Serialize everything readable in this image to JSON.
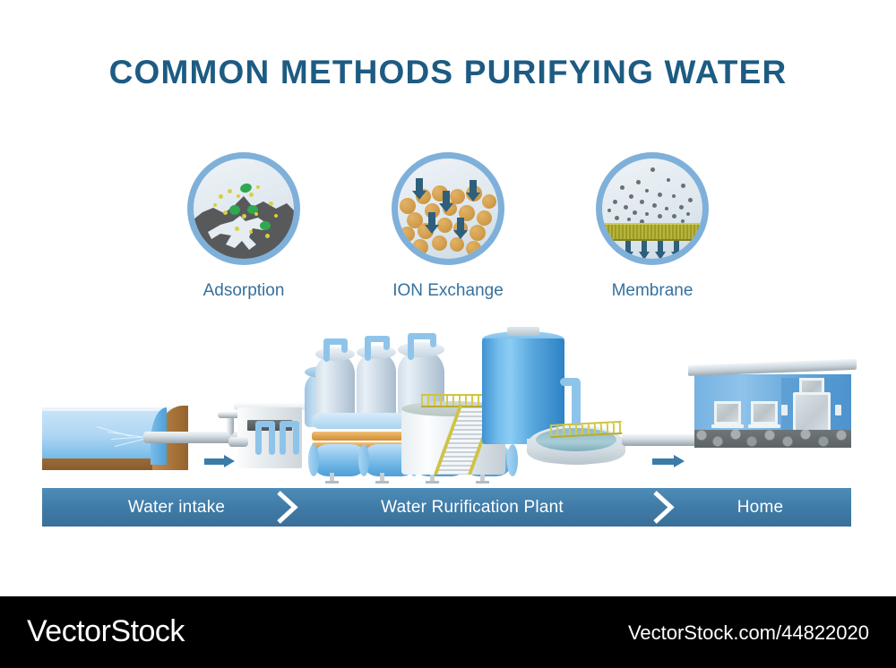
{
  "title": "COMMON METHODS PURIFYING WATER",
  "accent_colors": {
    "title_blue": "#1d5b82",
    "label_blue": "#35719e",
    "ring_blue": "#7fb0da",
    "banner_blue": "#3f7aa6",
    "arrow_blue": "#3b7ba8",
    "bead_orange": "#d39f4f",
    "membrane_olive": "#9c9a28",
    "carbon_gray": "#58595b",
    "particle_green": "#2fa84f",
    "particle_yellow": "#d8cf3f",
    "house_blue": "#63a4d8",
    "soil_brown": "#a9743a",
    "footer_black": "#000000"
  },
  "methods": [
    {
      "id": "adsorption",
      "label": "Adsorption",
      "icon": "adsorption-carbon-icon"
    },
    {
      "id": "ion_exchange",
      "label": "ION Exchange",
      "icon": "ion-exchange-beads-icon"
    },
    {
      "id": "membrane",
      "label": "Membrane",
      "icon": "membrane-filter-icon"
    }
  ],
  "scene": {
    "water_intake": {
      "name": "water-intake-reservoir"
    },
    "plant": {
      "name": "water-purification-plant"
    },
    "home": {
      "name": "home-building"
    },
    "flow_arrows": [
      {
        "name": "flow-arrow-intake-to-plant"
      },
      {
        "name": "flow-arrow-plant-to-home"
      }
    ]
  },
  "banner": {
    "stages": [
      {
        "id": "intake",
        "label": "Water intake"
      },
      {
        "id": "plant",
        "label": "Water Rurification Plant"
      },
      {
        "id": "home",
        "label": "Home"
      }
    ]
  },
  "footer": {
    "brand": "VectorStock",
    "url": "VectorStock.com/44822020"
  }
}
